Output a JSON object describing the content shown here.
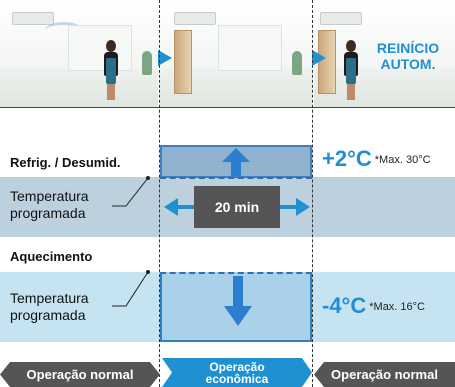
{
  "scenes": {
    "restart_label_line1": "REINÍCIO",
    "restart_label_line2": "AUTOM."
  },
  "cooling": {
    "label": "Refrig. / Desumid.",
    "set_temp_line1": "Temperatura",
    "set_temp_line2": "programada",
    "temp_offset": "+2°C",
    "max_note": "*Max. 30°C"
  },
  "timer": {
    "label": "20 min"
  },
  "heating": {
    "label": "Aquecimento",
    "set_temp_line1": "Temperatura",
    "set_temp_line2": "programada",
    "temp_offset": "-4°C",
    "max_note": "*Max. 16°C"
  },
  "phases": {
    "normal_left": "Operação normal",
    "eco_line1": "Operação",
    "eco_line2": "econômica",
    "normal_right": "Operação normal"
  },
  "colors": {
    "accent_blue": "#1f90d0",
    "band_light": "#bcd0de",
    "band_heat": "#c6e3f2",
    "box_dark": "#555555"
  }
}
